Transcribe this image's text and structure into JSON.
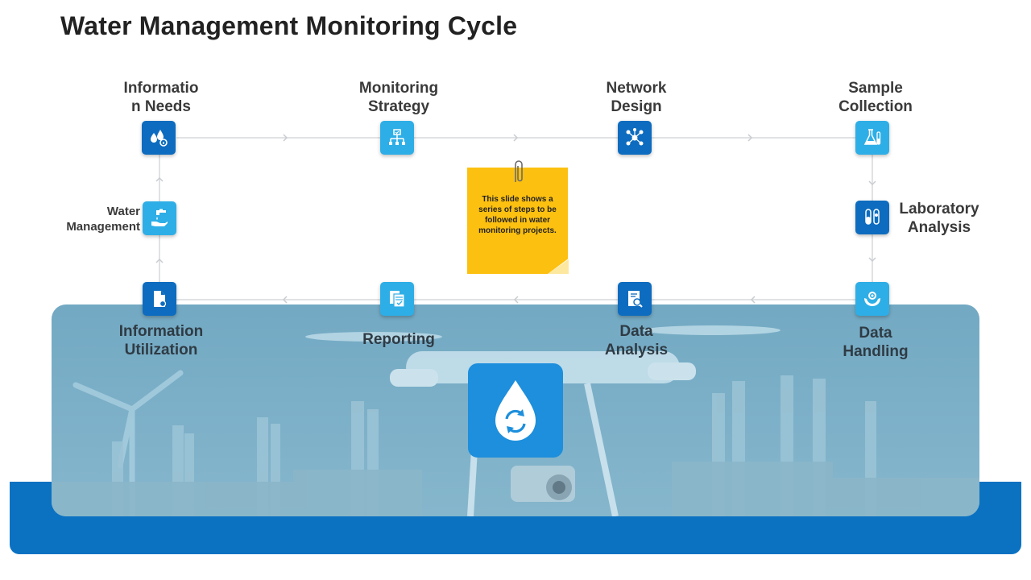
{
  "title": "Water Management Monitoring Cycle",
  "steps": {
    "info_needs": "Informatio\nn Needs",
    "monitoring_strategy": "Monitoring\nStrategy",
    "network_design": "Network\nDesign",
    "sample_collection": "Sample\nCollection",
    "laboratory_analysis": "Laboratory\nAnalysis",
    "data_handling": "Data\nHandling",
    "data_analysis": "Data\nAnalysis",
    "reporting": "Reporting",
    "information_utilization": "Information\nUtilization",
    "water_management": "Water\nManagement"
  },
  "note": {
    "text": "This slide shows a series of steps to be followed in water monitoring projects."
  },
  "colors": {
    "dark_blue": "#0d6cbf",
    "light_blue": "#2eaee6",
    "band_blue": "#0b72c2",
    "note_yellow": "#fcc010"
  },
  "icons": {
    "info_needs": "water-drops-icon",
    "monitoring_strategy": "hierarchy-icon",
    "network_design": "network-icon",
    "sample_collection": "flask-icon",
    "laboratory_analysis": "test-tubes-icon",
    "data_handling": "hands-gear-icon",
    "data_analysis": "report-search-icon",
    "reporting": "documents-icon",
    "information_utilization": "document-icon",
    "water_management": "faucet-hand-icon",
    "center": "water-drop-refresh-icon"
  }
}
